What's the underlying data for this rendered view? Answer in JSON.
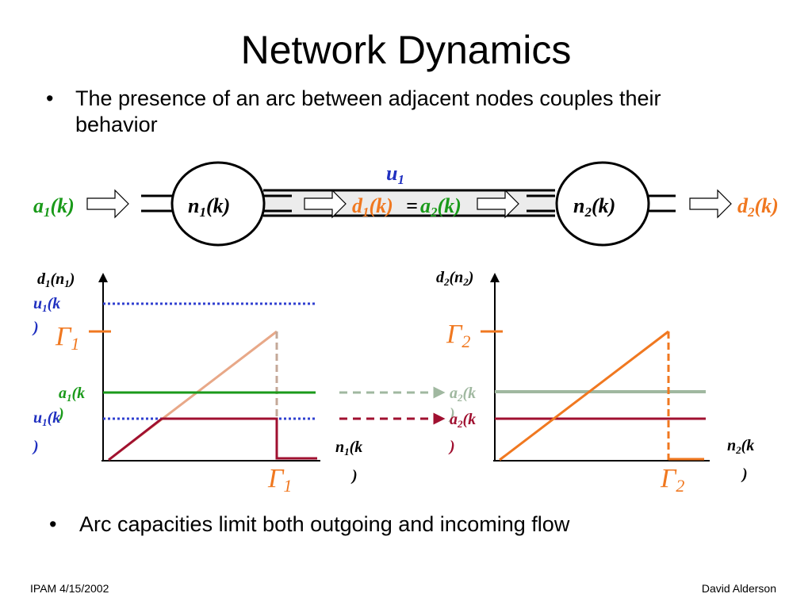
{
  "slide": {
    "title": "Network Dynamics",
    "bullets": [
      {
        "marker": "•",
        "line1": "The presence of an arc between adjacent nodes couples their",
        "line2": "behavior"
      },
      {
        "marker": "•",
        "line1": "Arc capacities limit both outgoing and incoming flow"
      }
    ],
    "footer_left": "IPAM 4/15/2002",
    "footer_right": "David Alderson"
  },
  "colors": {
    "green": "#1a9a1a",
    "orange": "#f07820",
    "blue": "#2030c0",
    "maroon": "#a01030",
    "pale_green": "#a0b8a0",
    "pale_orange": "#e8a888",
    "dash_blue": "#3040d0"
  },
  "network": {
    "u1": {
      "base": "u",
      "sub": "1"
    },
    "a1k": {
      "base": "a",
      "sub": "1",
      "tail": "(k)"
    },
    "n1k": {
      "base": "n",
      "sub": "1",
      "tail": "(k)"
    },
    "d1k": {
      "base": "d",
      "sub": "1",
      "tail": "(k)"
    },
    "eq": "=",
    "a2k": {
      "base": "a",
      "sub": "2",
      "tail": "(k)"
    },
    "n2k": {
      "base": "n",
      "sub": "2",
      "tail": "(k)"
    },
    "d2k": {
      "base": "d",
      "sub": "2",
      "tail": "(k)"
    }
  },
  "graph1": {
    "ylabel": {
      "base": "d",
      "sub1": "1",
      "mid": "(n",
      "sub2": "1",
      "tail": ")"
    },
    "u1_top": {
      "base": "u",
      "sub": "1",
      "tail": "(k",
      "tail2": ")"
    },
    "gamma_left": {
      "base": "Γ",
      "sub": "1"
    },
    "a1": {
      "base": "a",
      "sub": "1",
      "tail": "(k",
      "tail2": ")"
    },
    "u1_low": {
      "base": "u",
      "sub": "1",
      "tail": "(k",
      "tail2": ")"
    },
    "xlabel": {
      "base": "n",
      "sub": "1",
      "tail": "(k",
      "tail2": ")"
    },
    "gamma_bottom": {
      "base": "Γ",
      "sub": "1"
    }
  },
  "graph2": {
    "ylabel": {
      "base": "d",
      "sub1": "2",
      "mid": "(n",
      "sub2": "2",
      "tail": ")"
    },
    "gamma_left": {
      "base": "Γ",
      "sub": "2"
    },
    "a2_pale": {
      "base": "a",
      "sub": "2",
      "tail": "(k",
      "tail2": ")"
    },
    "a2": {
      "base": "a",
      "sub": "2",
      "tail": "(k",
      "tail2": ")"
    },
    "xlabel": {
      "base": "n",
      "sub": "2",
      "tail": "(k",
      "tail2": ")"
    },
    "gamma_bottom": {
      "base": "Γ",
      "sub": "2"
    }
  }
}
